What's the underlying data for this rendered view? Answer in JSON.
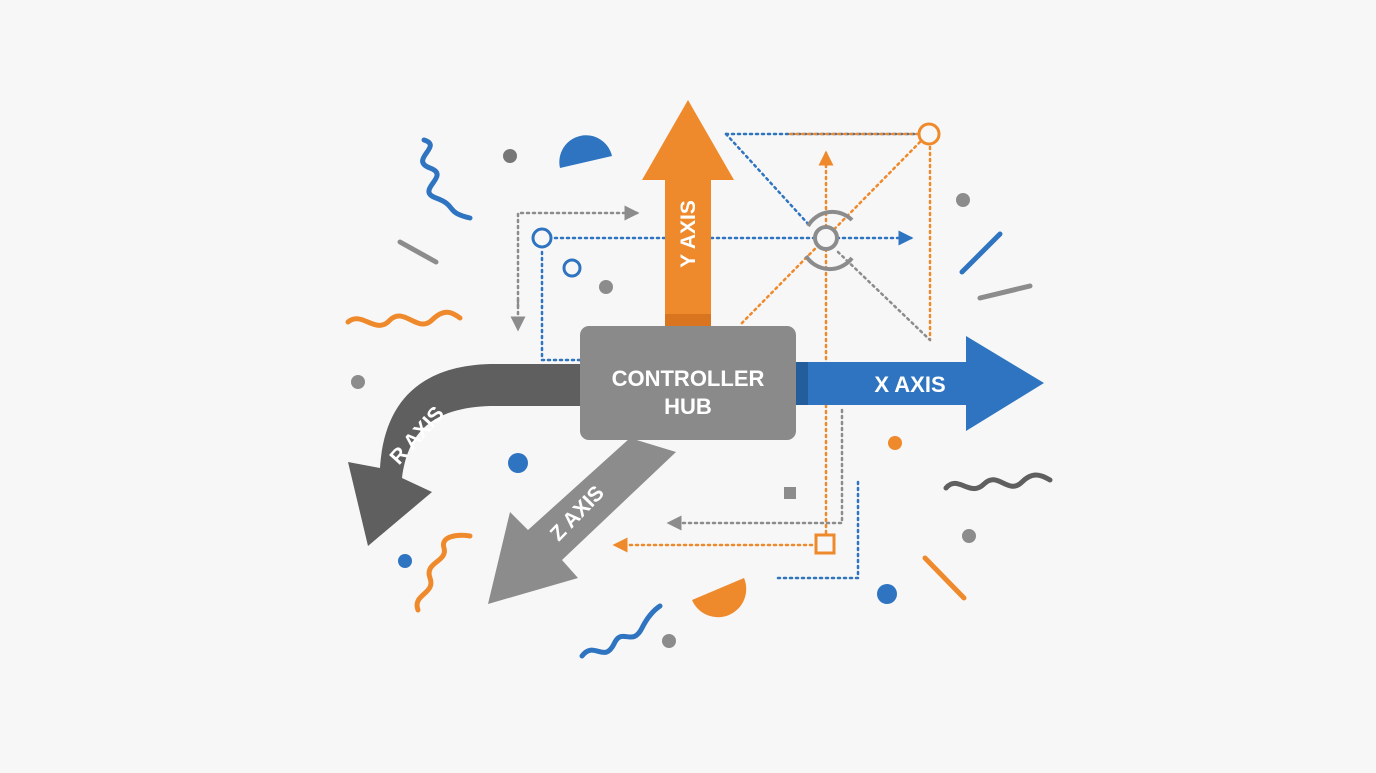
{
  "hub": {
    "label_line1": "CONTROLLER",
    "label_line2": "HUB"
  },
  "axes": {
    "y": {
      "label": "Y AXIS"
    },
    "x": {
      "label": "X AXIS"
    },
    "r": {
      "label": "R AXIS"
    },
    "z": {
      "label": "Z AXIS"
    }
  },
  "colors": {
    "orange": "#ef8a2c",
    "blue": "#2f74c0",
    "gray": "#8c8c8c",
    "dark_gray": "#5f5f5f",
    "hub": "#8a8a8a",
    "text": "#ffffff",
    "background": "#f7f7f7"
  }
}
